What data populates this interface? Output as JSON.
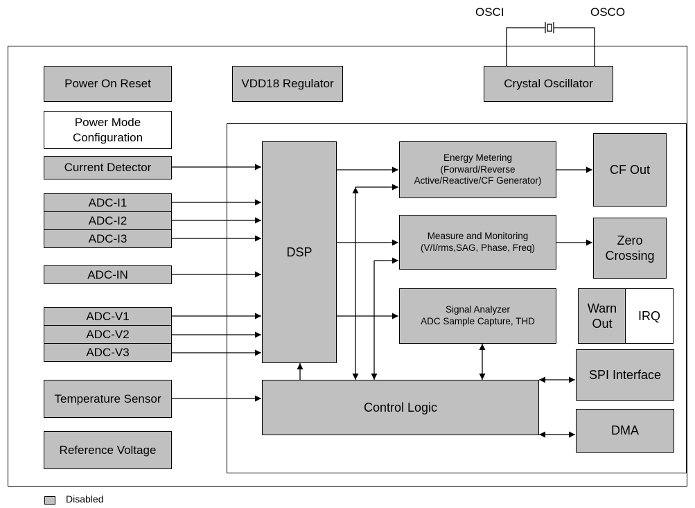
{
  "pins": {
    "osci": "OSCI",
    "osco": "OSCO"
  },
  "blocks": {
    "power_on_reset": "Power On Reset",
    "vdd18_regulator": "VDD18 Regulator",
    "crystal_oscillator": "Crystal Oscillator",
    "power_mode_configuration": "Power Mode\nConfiguration",
    "current_detector": "Current Detector",
    "adc_i1": "ADC-I1",
    "adc_i2": "ADC-I2",
    "adc_i3": "ADC-I3",
    "adc_in": "ADC-IN",
    "adc_v1": "ADC-V1",
    "adc_v2": "ADC-V2",
    "adc_v3": "ADC-V3",
    "temperature_sensor": "Temperature Sensor",
    "reference_voltage": "Reference Voltage",
    "dsp": "DSP",
    "energy_metering": "Energy Metering\n(Forward/Reverse\nActive/Reactive/CF Generator)",
    "measure_monitoring": "Measure and Monitoring\n(V/I/rms,SAG, Phase, Freq)",
    "signal_analyzer": "Signal Analyzer\nADC Sample Capture, THD",
    "control_logic": "Control Logic",
    "cf_out": "CF Out",
    "zero_crossing": "Zero\nCrossing",
    "warn_out": "Warn\nOut",
    "irq": "IRQ",
    "spi_interface": "SPI Interface",
    "dma": "DMA"
  },
  "legend": {
    "label": "Disabled",
    "swatch_color": "#c0c0c0"
  },
  "colors": {
    "disabled_fill": "#c0c0c0",
    "enabled_fill": "#ffffff",
    "line": "#000000"
  }
}
